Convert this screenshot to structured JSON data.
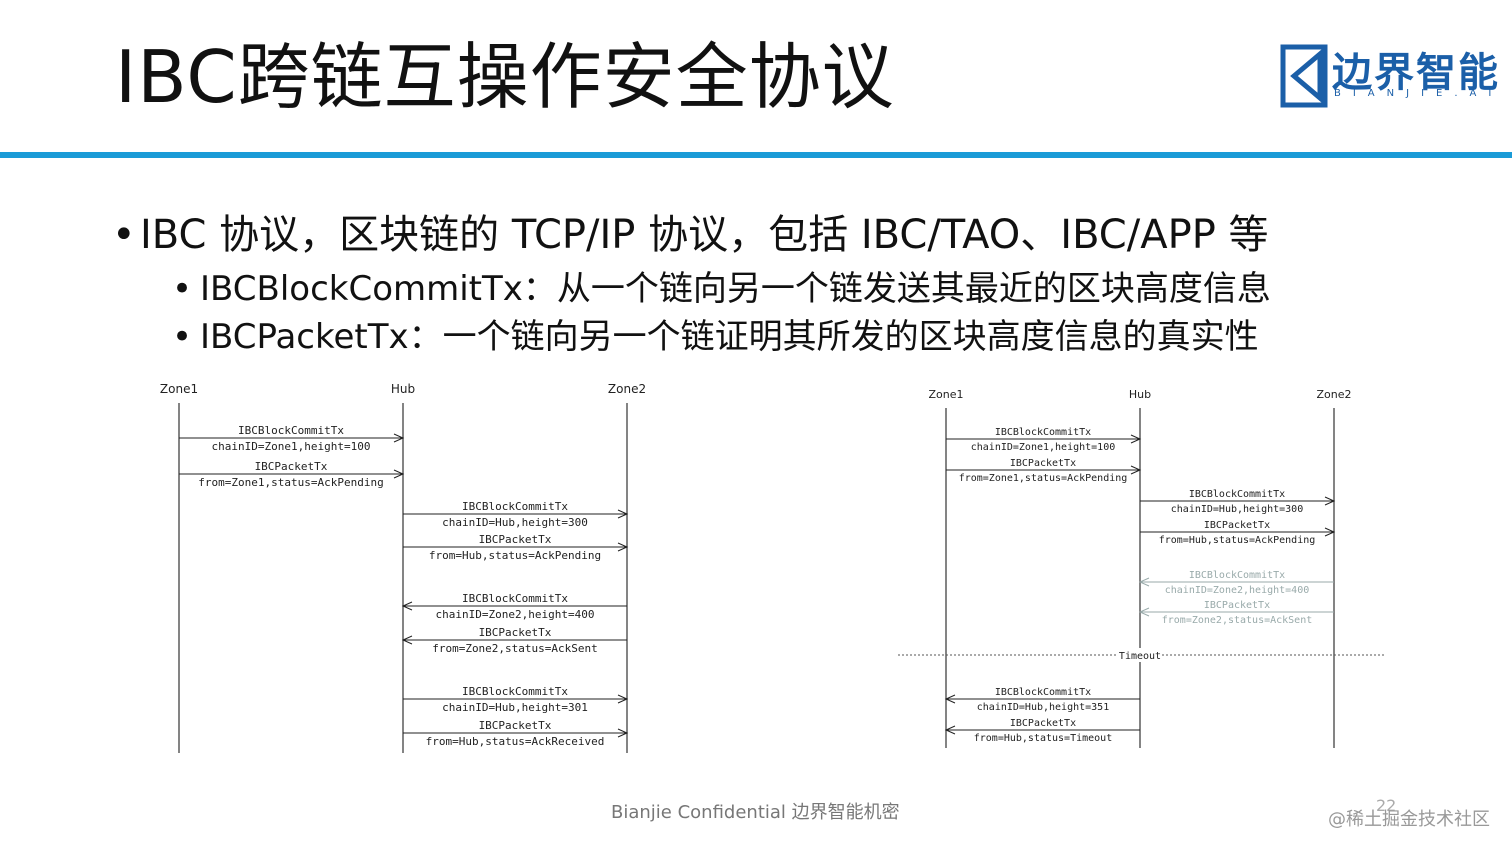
{
  "title": "IBC跨链互操作安全协议",
  "logo": {
    "text": "边界智能",
    "subtitle": "BIANJIE.AI"
  },
  "bullets": {
    "main": "IBC 协议，区块链的 TCP/IP 协议，包括 IBC/TAO、IBC/APP 等",
    "sub1": "IBCBlockCommitTx：从一个链向另一个链发送其最近的区块高度信息",
    "sub2": "IBCPacketTx：一个链向另一个链证明其所发的区块高度信息的真实性"
  },
  "diagram_left": {
    "lanes": [
      "Zone1",
      "Hub",
      "Zone2"
    ],
    "messages": [
      {
        "from": 0,
        "to": 1,
        "name": "IBCBlockCommitTx",
        "detail": "chainID=Zone1,height=100"
      },
      {
        "from": 0,
        "to": 1,
        "name": "IBCPacketTx",
        "detail": "from=Zone1,status=AckPending"
      },
      {
        "from": 1,
        "to": 2,
        "name": "IBCBlockCommitTx",
        "detail": "chainID=Hub,height=300"
      },
      {
        "from": 1,
        "to": 2,
        "name": "IBCPacketTx",
        "detail": "from=Hub,status=AckPending"
      },
      {
        "from": 2,
        "to": 1,
        "name": "IBCBlockCommitTx",
        "detail": "chainID=Zone2,height=400"
      },
      {
        "from": 2,
        "to": 1,
        "name": "IBCPacketTx",
        "detail": "from=Zone2,status=AckSent"
      },
      {
        "from": 1,
        "to": 2,
        "name": "IBCBlockCommitTx",
        "detail": "chainID=Hub,height=301"
      },
      {
        "from": 1,
        "to": 2,
        "name": "IBCPacketTx",
        "detail": "from=Hub,status=AckReceived"
      }
    ]
  },
  "diagram_right": {
    "lanes": [
      "Zone1",
      "Hub",
      "Zone2"
    ],
    "timeout_label": "Timeout",
    "messages": [
      {
        "from": 0,
        "to": 1,
        "name": "IBCBlockCommitTx",
        "detail": "chainID=Zone1,height=100",
        "faded": false
      },
      {
        "from": 0,
        "to": 1,
        "name": "IBCPacketTx",
        "detail": "from=Zone1,status=AckPending",
        "faded": false
      },
      {
        "from": 1,
        "to": 2,
        "name": "IBCBlockCommitTx",
        "detail": "chainID=Hub,height=300",
        "faded": false
      },
      {
        "from": 1,
        "to": 2,
        "name": "IBCPacketTx",
        "detail": "from=Hub,status=AckPending",
        "faded": false
      },
      {
        "from": 2,
        "to": 1,
        "name": "IBCBlockCommitTx",
        "detail": "chainID=Zone2,height=400",
        "faded": true
      },
      {
        "from": 2,
        "to": 1,
        "name": "IBCPacketTx",
        "detail": "from=Zone2,status=AckSent",
        "faded": true
      },
      {
        "from": 1,
        "to": 0,
        "name": "IBCBlockCommitTx",
        "detail": "chainID=Hub,height=351",
        "faded": false
      },
      {
        "from": 1,
        "to": 0,
        "name": "IBCPacketTx",
        "detail": "from=Hub,status=Timeout",
        "faded": false
      }
    ]
  },
  "footer": "Bianjie Confidential  边界智能机密",
  "page_number": "22",
  "watermark": "@稀土掘金技术社区"
}
